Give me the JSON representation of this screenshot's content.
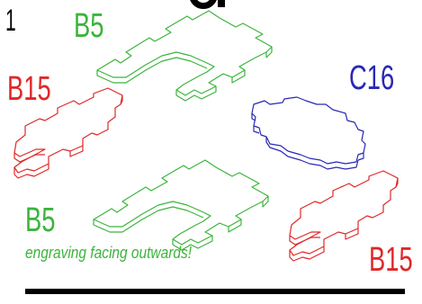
{
  "step_number": "1",
  "labels": {
    "b5_top": "B5",
    "b15_left": "B15",
    "c16": "C16",
    "b5_bottom": "B5",
    "b15_right": "B15"
  },
  "note": "engraving facing outwards!",
  "colors": {
    "green": "#3cb43c",
    "red": "#e02828",
    "blue": "#2828b4",
    "black": "#000000"
  }
}
